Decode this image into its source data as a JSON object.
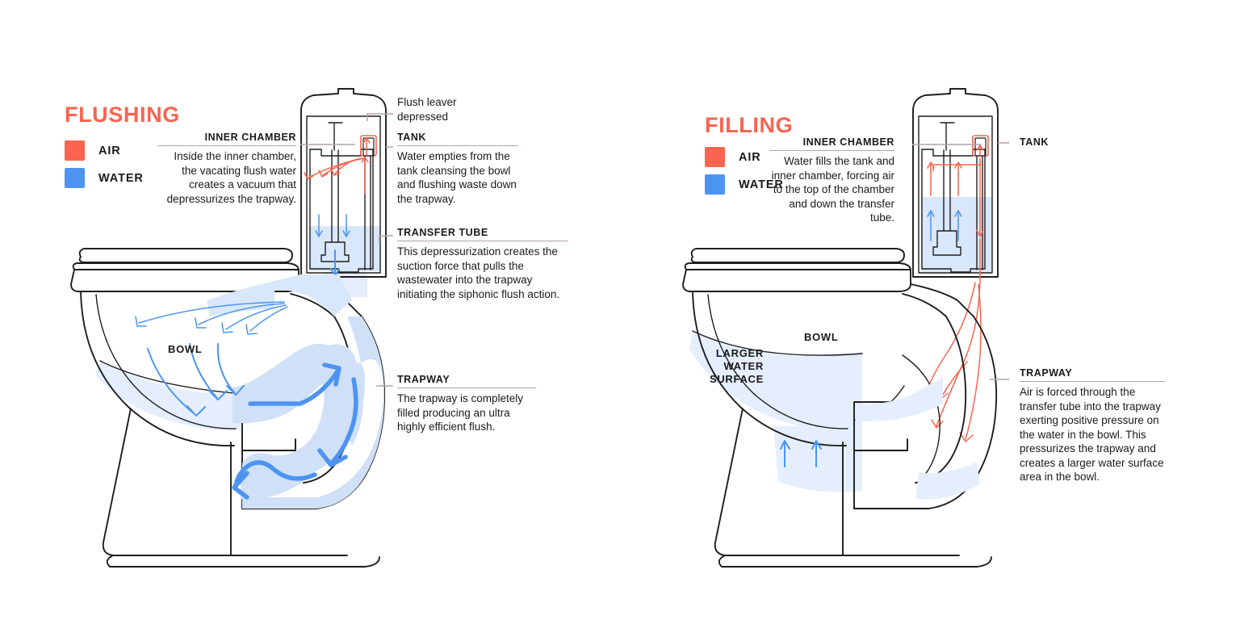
{
  "legend_colors": {
    "air": "#fa6450",
    "water": "#4d94f0",
    "leader": "#b3a3ab",
    "outline": "#1e1e1e",
    "water_fill": "#cfe0f7"
  },
  "panels": [
    {
      "id": "flushing",
      "title": "FLUSHING",
      "legend": [
        {
          "key": "air",
          "label": "AIR",
          "color": "#fa6450"
        },
        {
          "key": "water",
          "label": "WATER",
          "color": "#4d94f0"
        }
      ],
      "callouts": [
        {
          "id": "inner-chamber",
          "heading": "INNER CHAMBER",
          "body": "Inside the inner chamber, the vacating flush water creates a vacuum that depressurizes the trapway.",
          "align": "right"
        },
        {
          "id": "flush-lever",
          "heading": "",
          "body": "Flush leaver depressed",
          "align": "left"
        },
        {
          "id": "tank",
          "heading": "TANK",
          "body": "Water empties from the tank cleansing the bowl and flushing waste down the trapway.",
          "align": "left"
        },
        {
          "id": "transfer-tube",
          "heading": "TRANSFER TUBE",
          "body": "This depressurization creates the suction force that pulls the wastewater into the trapway initiating the siphonic flush action.",
          "align": "left"
        },
        {
          "id": "trapway",
          "heading": "TRAPWAY",
          "body": "The trapway is completely filled producing an ultra highly efficient flush.",
          "align": "left"
        }
      ],
      "part_labels": [
        {
          "id": "bowl",
          "text": "BOWL"
        }
      ]
    },
    {
      "id": "filling",
      "title": "FILLING",
      "legend": [
        {
          "key": "air",
          "label": "AIR",
          "color": "#fa6450"
        },
        {
          "key": "water",
          "label": "WATER",
          "color": "#4d94f0"
        }
      ],
      "callouts": [
        {
          "id": "inner-chamber",
          "heading": "INNER CHAMBER",
          "body": "Water fills the tank and inner chamber, forcing air to the top of the chamber and down the transfer tube.",
          "align": "right"
        },
        {
          "id": "tank",
          "heading": "TANK",
          "body": "",
          "align": "left"
        },
        {
          "id": "trapway",
          "heading": "TRAPWAY",
          "body": "Air is forced through the transfer tube into the trapway exerting positive pressure on the water in the bowl. This pressurizes the trapway and creates a larger water surface area in the bowl.",
          "align": "left"
        }
      ],
      "part_labels": [
        {
          "id": "bowl",
          "text": "BOWL"
        },
        {
          "id": "larger-water-surface",
          "text": "LARGER\nWATER\nSURFACE"
        }
      ]
    }
  ]
}
